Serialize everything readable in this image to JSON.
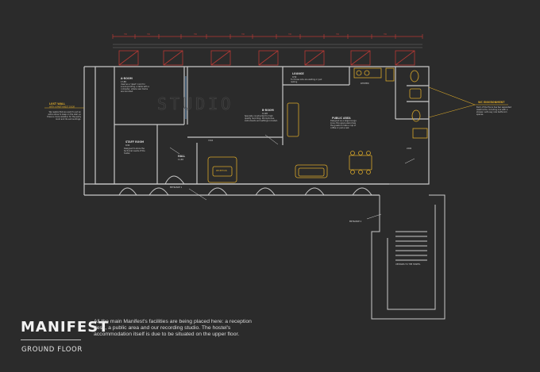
{
  "brand": {
    "logo_text": "MANIFEST",
    "floor_title": "GROUND FLOOR"
  },
  "description": "All the main Manifest's facilities are being placed here: a reception desk, a public area and our recording studio. The hostel's accommodation itself is due to be situated on the upper floor.",
  "watermark": "STUDIO",
  "rooms": {
    "a_room": {
      "name": "A-ROOM",
      "area": "17,88",
      "note": "Used as a 'dead' room for sound-proofing, a table with a computer, where new tracks are recorded"
    },
    "b_room": {
      "name": "B-ROOM",
      "area": "12,98",
      "note": "Specially constructed for high quality recording. Microphones, instruments and settings included."
    },
    "lounge": {
      "name": "LOUNGE",
      "area": "9,59",
      "note": "For those who are waiting or just resting"
    },
    "public_area": {
      "name": "PUBLIC AREA",
      "note": "Designed as a large lounge zone, this space welcomes the guests to take a cup of coffee or just a rest."
    },
    "kitchen": {
      "name": "KITCHEN"
    },
    "staff_room": {
      "name": "STAFF ROOM",
      "area": "9,94",
      "note": "Designed to store the technical needs of the hostel."
    },
    "hall": {
      "name": "HALL",
      "area": "11,68"
    },
    "reception": {
      "name": "RECEPTION"
    }
  },
  "callouts": {
    "left": {
      "title": "LOST WALL",
      "subtitle": "WITH A PARTY-WEST DOOR",
      "note": "We realize that we want to put an extra stone to keep on the wall, so there is more isolation for the party room and its surroundings."
    },
    "right": {
      "title": "WC ENVIRONMENT",
      "note": "Each of the floors has two separated washrooms, including one with a shower. Let's say nice bathroom spaces."
    }
  },
  "labels": {
    "entrance_1": "ENTRANCE 1",
    "entrance_2": "ENTRANCE 2",
    "stairs": "UPSTAIRS TO THE HOSTEL",
    "dimension_top": "700",
    "dimension_mid": "3745",
    "dimension_right": "2200"
  },
  "colors": {
    "background": "#2b2b2b",
    "walls": "#c8c8c8",
    "accent_red": "#b83a35",
    "accent_yellow": "#d8a72a",
    "accent_blue": "#5f8db8"
  }
}
